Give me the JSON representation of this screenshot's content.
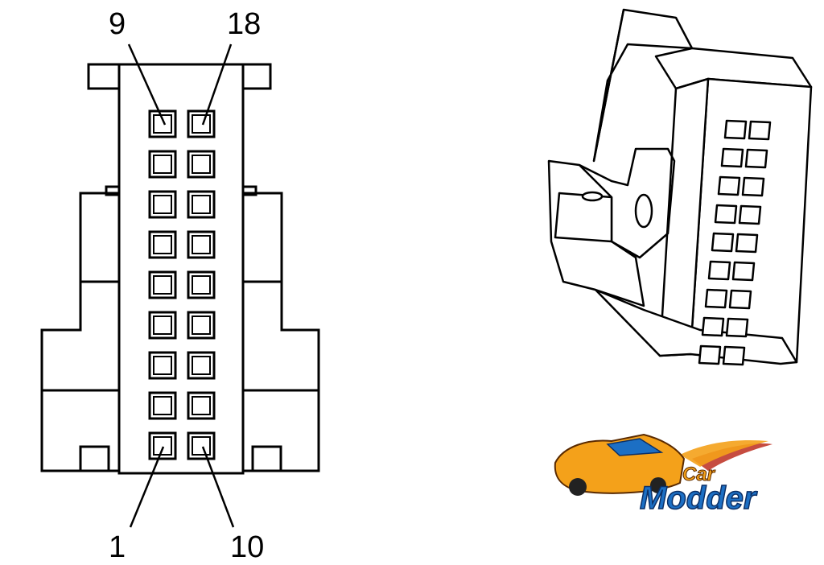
{
  "connector_face": {
    "pin_labels": {
      "top_left": "9",
      "top_right": "18",
      "bottom_left": "1",
      "bottom_right": "10"
    },
    "rows": 9,
    "columns": 2
  },
  "connector_3d": {
    "rows": 9,
    "columns": 2
  },
  "logo": {
    "line1": "Car",
    "line2": "Modder"
  },
  "colors": {
    "line": "#000000",
    "logo_blue": "#1c6fc4",
    "logo_orange": "#f4a11a",
    "logo_flame": "#c0392b"
  }
}
